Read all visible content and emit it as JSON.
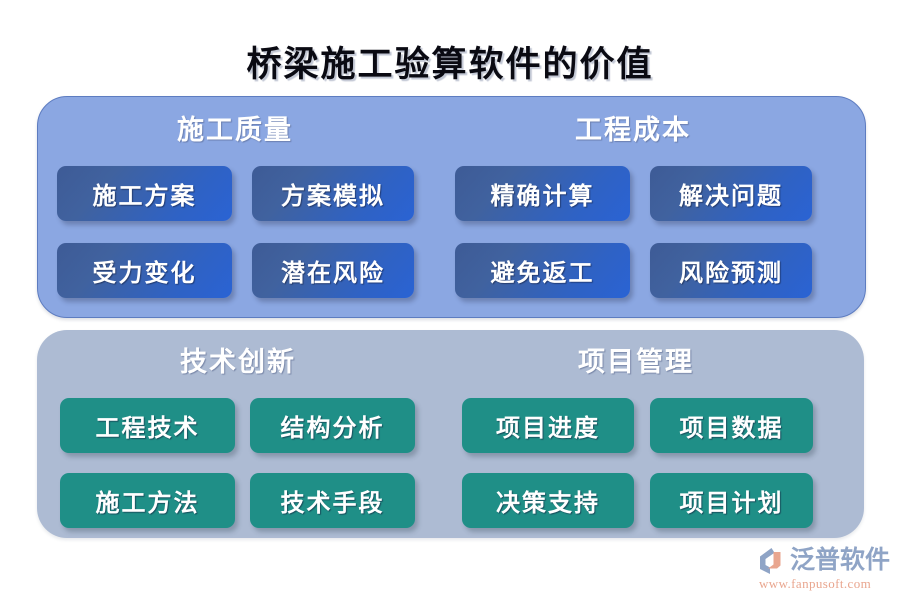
{
  "page": {
    "title": "桥梁施工验算软件的价值",
    "background": "#ffffff"
  },
  "colors": {
    "panel_top_bg": "#8ba7e2",
    "panel_bottom_bg": "#adbbd3",
    "chip_blue": "#2f62c4",
    "chip_teal": "#1f8f87",
    "title_text": "#0a0a12",
    "heading_text": "#ffffff",
    "logo_text": "#8fa4c6",
    "logo_url": "#e9a68f"
  },
  "panels": [
    {
      "id": "panel-top",
      "groups": [
        {
          "id": "group-quality",
          "heading": "施工质量",
          "items": [
            "施工方案",
            "方案模拟",
            "受力变化",
            "潜在风险"
          ]
        },
        {
          "id": "group-cost",
          "heading": "工程成本",
          "items": [
            "精确计算",
            "解决问题",
            "避免返工",
            "风险预测"
          ]
        }
      ]
    },
    {
      "id": "panel-bottom",
      "groups": [
        {
          "id": "group-tech",
          "heading": "技术创新",
          "items": [
            "工程技术",
            "结构分析",
            "施工方法",
            "技术手段"
          ]
        },
        {
          "id": "group-project",
          "heading": "项目管理",
          "items": [
            "项目进度",
            "项目数据",
            "决策支持",
            "项目计划"
          ]
        }
      ]
    }
  ],
  "logo": {
    "icon": "fanpu-swoosh-icon",
    "name": "泛普软件",
    "url": "www.fanpusoft.com"
  }
}
